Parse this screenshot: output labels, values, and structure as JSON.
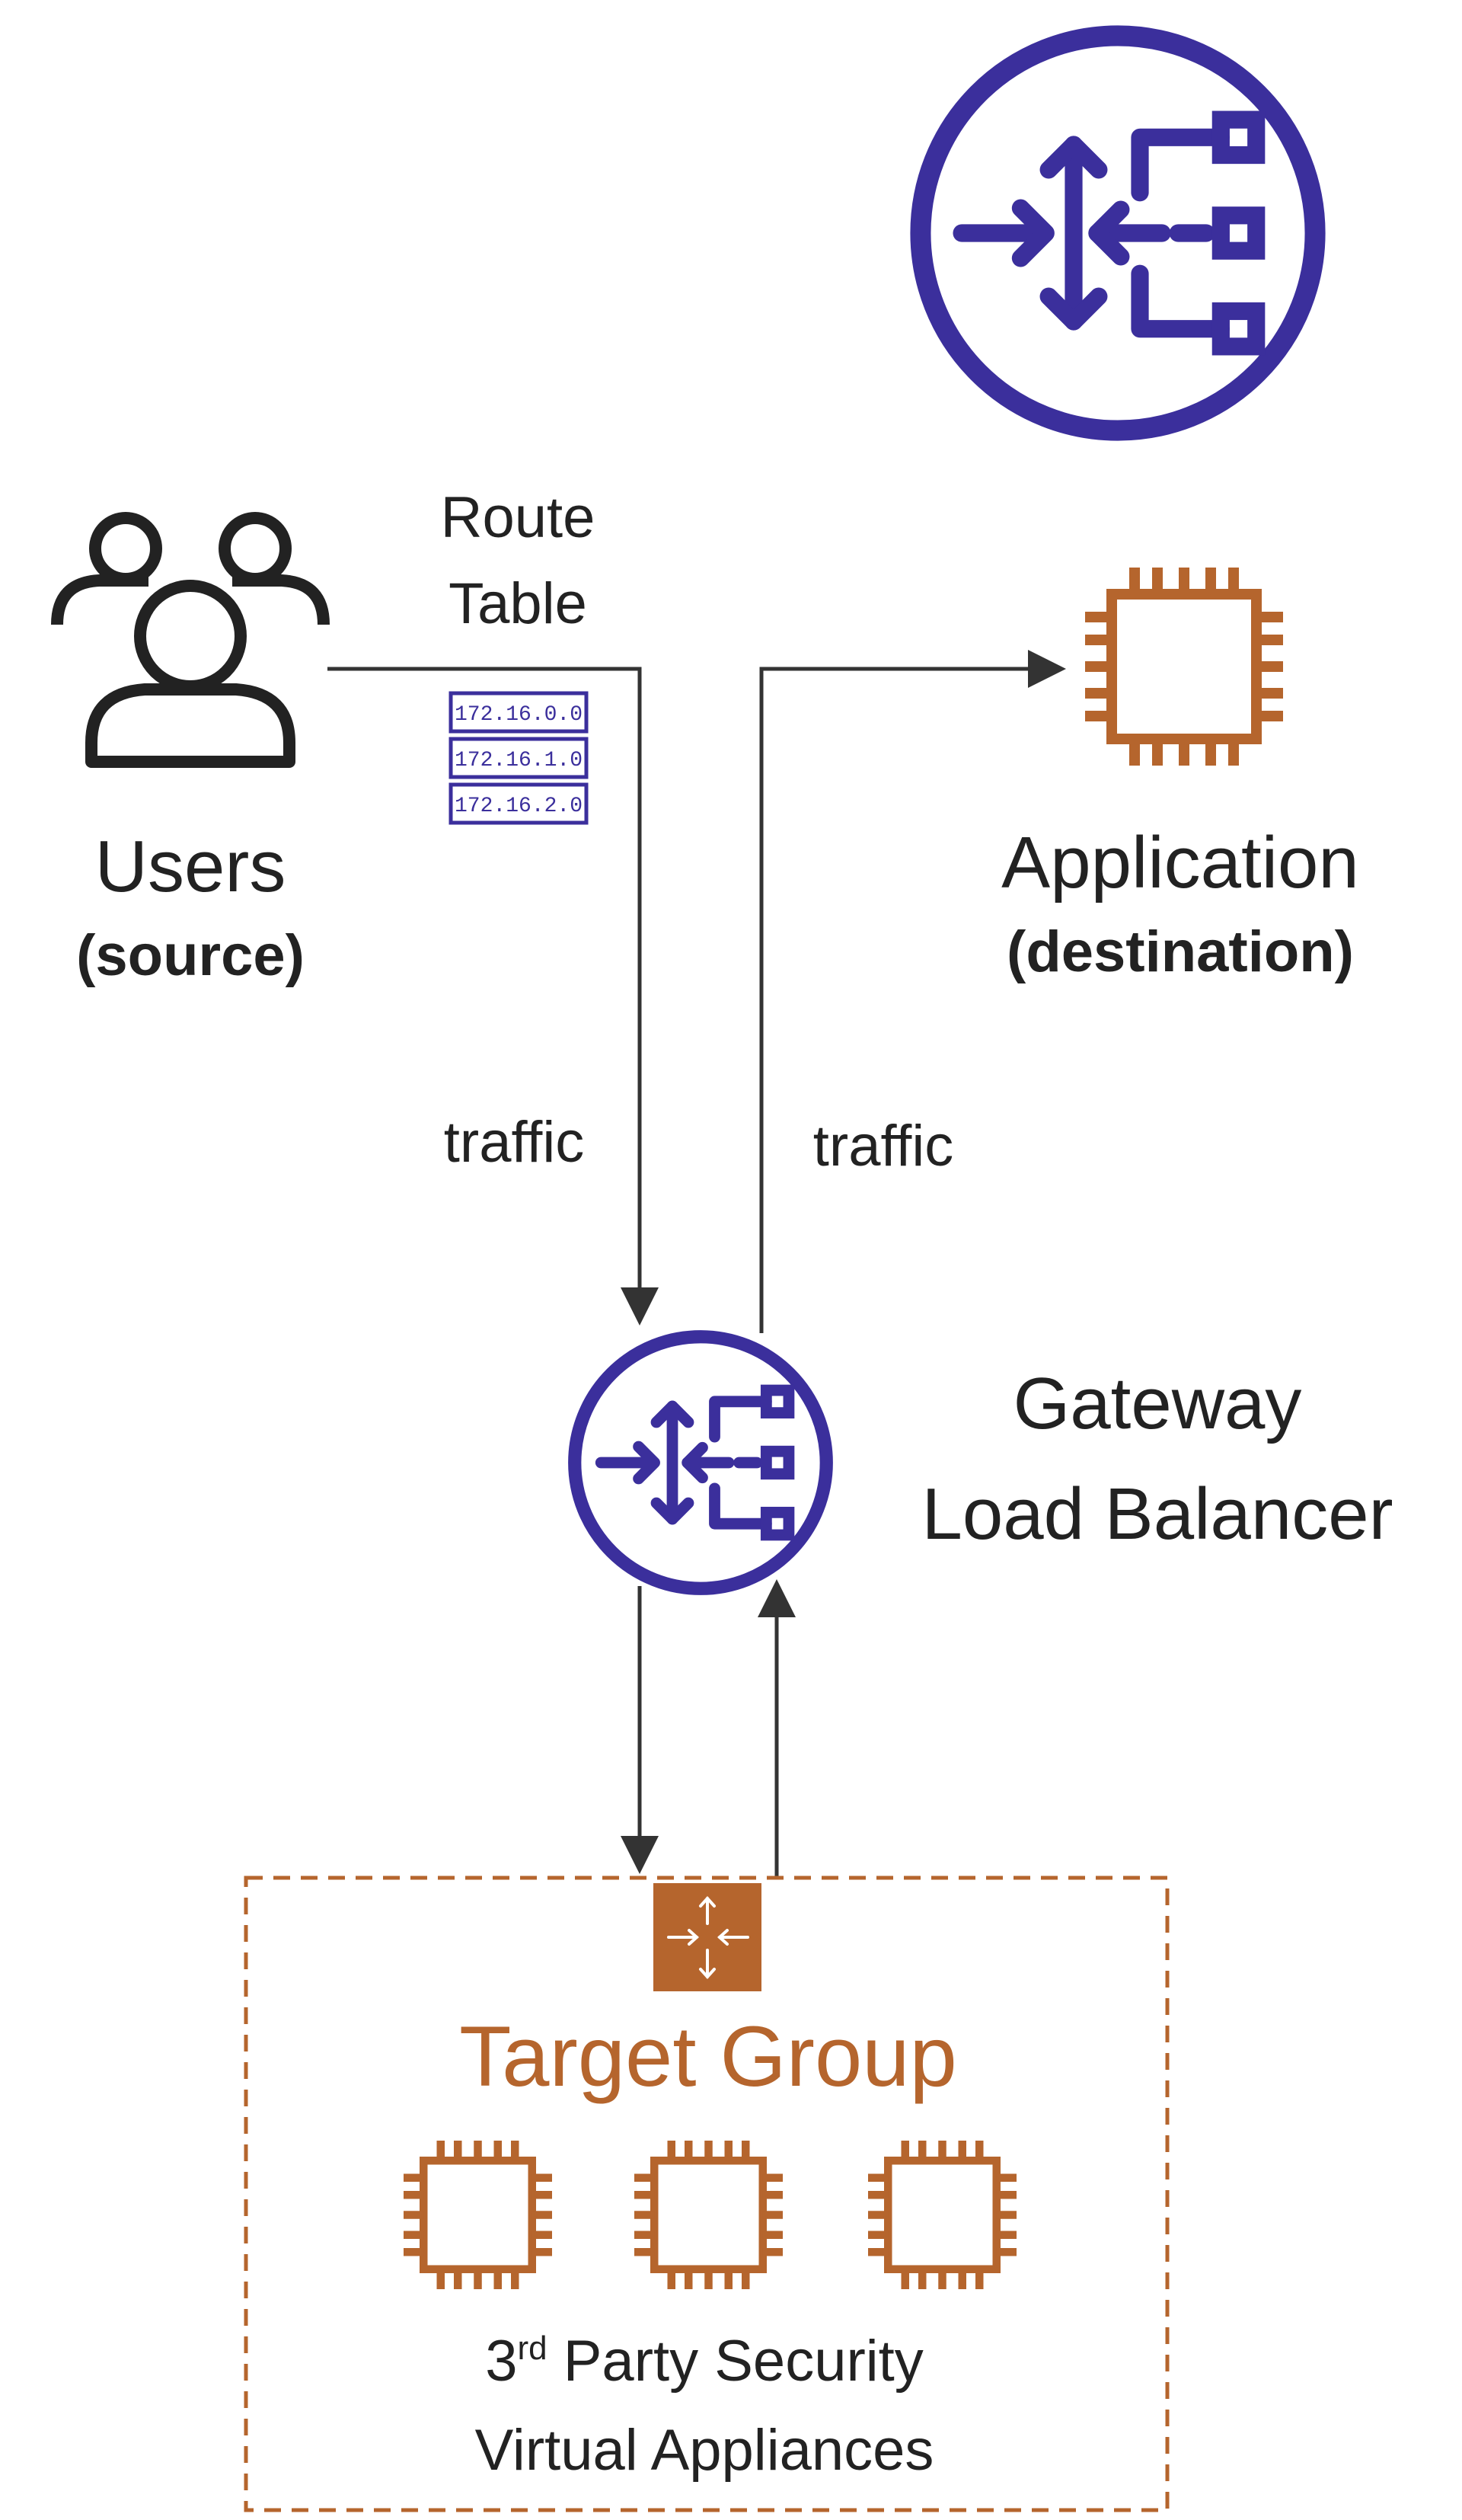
{
  "route_table": {
    "label_line1": "Route",
    "label_line2": "Table",
    "entries": [
      "172.16.0.0",
      "172.16.1.0",
      "172.16.2.0"
    ]
  },
  "users": {
    "label": "Users",
    "sublabel": "(source)",
    "icon": "users-icon"
  },
  "application": {
    "label": "Application",
    "sublabel": "(destination)",
    "icon": "chip-icon"
  },
  "traffic_labels": {
    "left": "traffic",
    "right": "traffic"
  },
  "gateway": {
    "line1": "Gateway",
    "line2": "Load Balancer",
    "icon": "gateway-load-balancer-icon"
  },
  "target_group": {
    "label": "Target Group",
    "icon": "target-group-icon",
    "appliances_line1_prefix": "3",
    "appliances_line1_sup": "rd",
    "appliances_line1_rest": " Party Security",
    "appliances_line2": "Virtual Appliances"
  },
  "colors": {
    "purple": "#3b2f9c",
    "orange": "#b5652d",
    "text": "#222222",
    "line": "#333333"
  }
}
